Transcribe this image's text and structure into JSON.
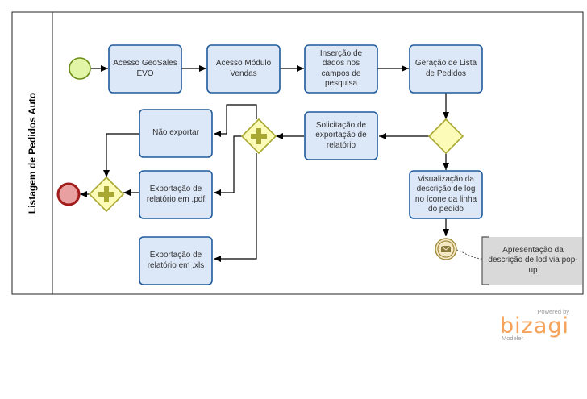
{
  "lane": {
    "title": "Listagem de Pedidos Auto"
  },
  "tasks": {
    "acesso_geosales": "Acesso GeoSales EVO",
    "acesso_vendas": "Acesso Módulo Vendas",
    "insercao_dados": "Inserção de dados nos campos de pesquisa",
    "geracao_lista": "Geração de Lista de Pedidos",
    "visualizacao_log": "Visualização da descrição de log no ícone da linha do pedido",
    "solicitacao_exportacao": "Solicitação de exportação de relatório",
    "nao_exportar": "Não exportar",
    "exportacao_pdf": "Exportação de relatório em .pdf",
    "exportacao_xls": "Exportação de relatório em .xls"
  },
  "annotation": {
    "text": "Apresentação da descrição de lod via pop-up"
  },
  "colors": {
    "task_fill": "#dce7f7",
    "task_stroke": "#1f5a9c",
    "gateway_fill": "#fcfcb8",
    "gateway_stroke": "#a7a732",
    "start_event_fill": "#e2f5a6",
    "end_event_fill": "#e8a0a0"
  },
  "icons": {
    "start": "start-event-icon",
    "end": "end-event-icon",
    "message": "envelope-icon",
    "parallel": "plus-icon",
    "exclusive": "diamond-icon"
  },
  "branding": {
    "powered": "Powered by",
    "logo": "bizagi",
    "product": "Modeler"
  }
}
